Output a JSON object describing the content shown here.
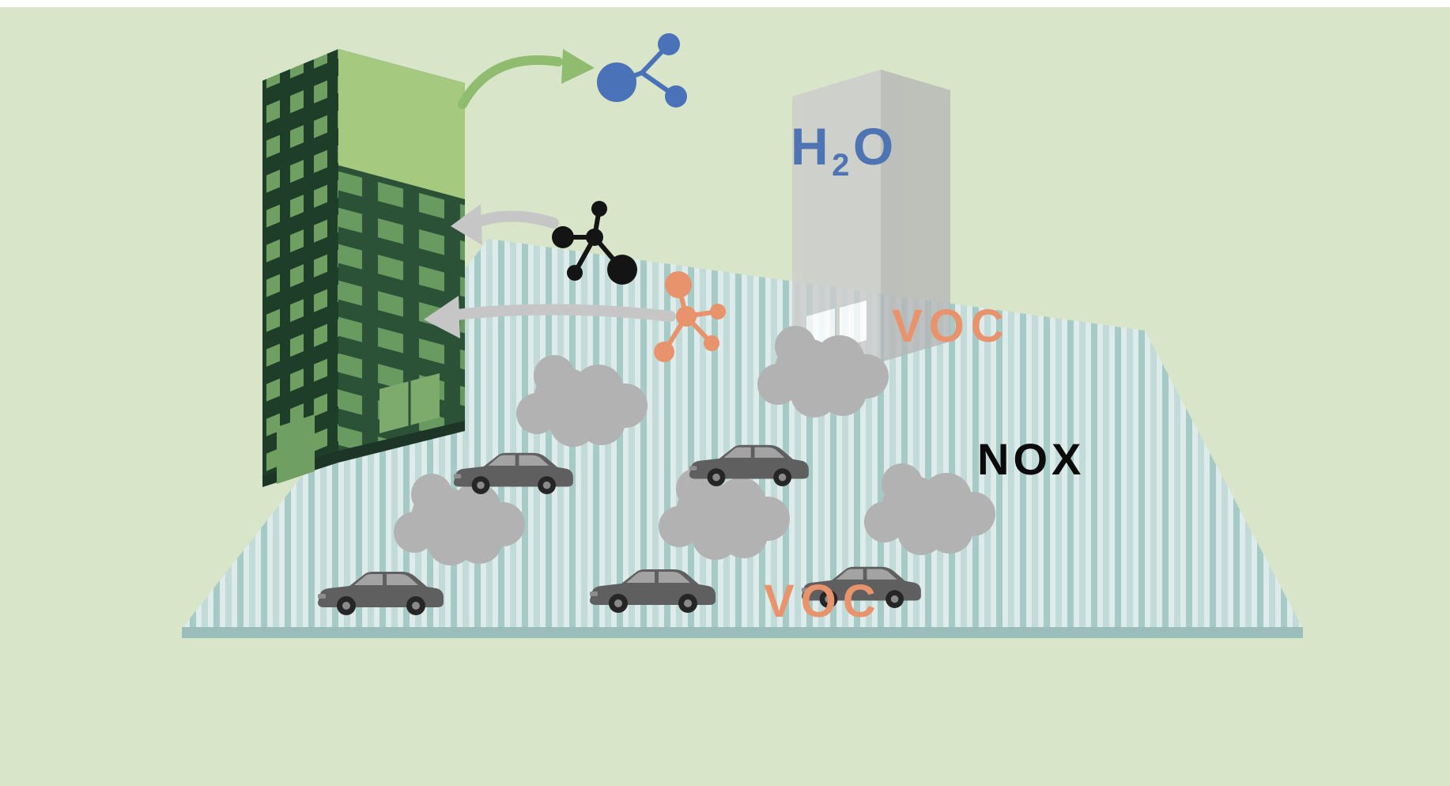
{
  "figure": {
    "background_color": "#d9e5c9",
    "labels": {
      "h2o": {
        "symbol_main": "H",
        "symbol_sub": "2",
        "symbol_tail": "O",
        "color": "#4f74b3"
      },
      "voc_upper": {
        "text": "VOC",
        "color": "#e8936c"
      },
      "nox": {
        "text": "NOX",
        "color": "#0b0b0b"
      },
      "voc_lower": {
        "text": "VOC",
        "color": "#e8936c"
      }
    },
    "colors": {
      "floor_stripe_light": "#ddecea",
      "floor_stripe_dark": "#a6cbc7",
      "floor_edge": "#9bbeba",
      "green_building_dark_face": "#1e3e2a",
      "green_building_front_face": "#2b5137",
      "green_building_panel": "#a5c97f",
      "gray_building_left": "#cccccc",
      "gray_building_right": "#b7b7b7",
      "molecule_blue": "#4a72b8",
      "molecule_black": "#141414",
      "molecule_orange": "#e8936c",
      "smoke_gray": "#b2b2b2",
      "arrow_green": "#8fbc6e",
      "arrow_gray": "#c6c6c6",
      "car_body": "#5f5f5f"
    },
    "scene": {
      "car_count": 5,
      "smoke_cloud_count": 5,
      "molecule_count": 3,
      "building_count": 2
    }
  }
}
